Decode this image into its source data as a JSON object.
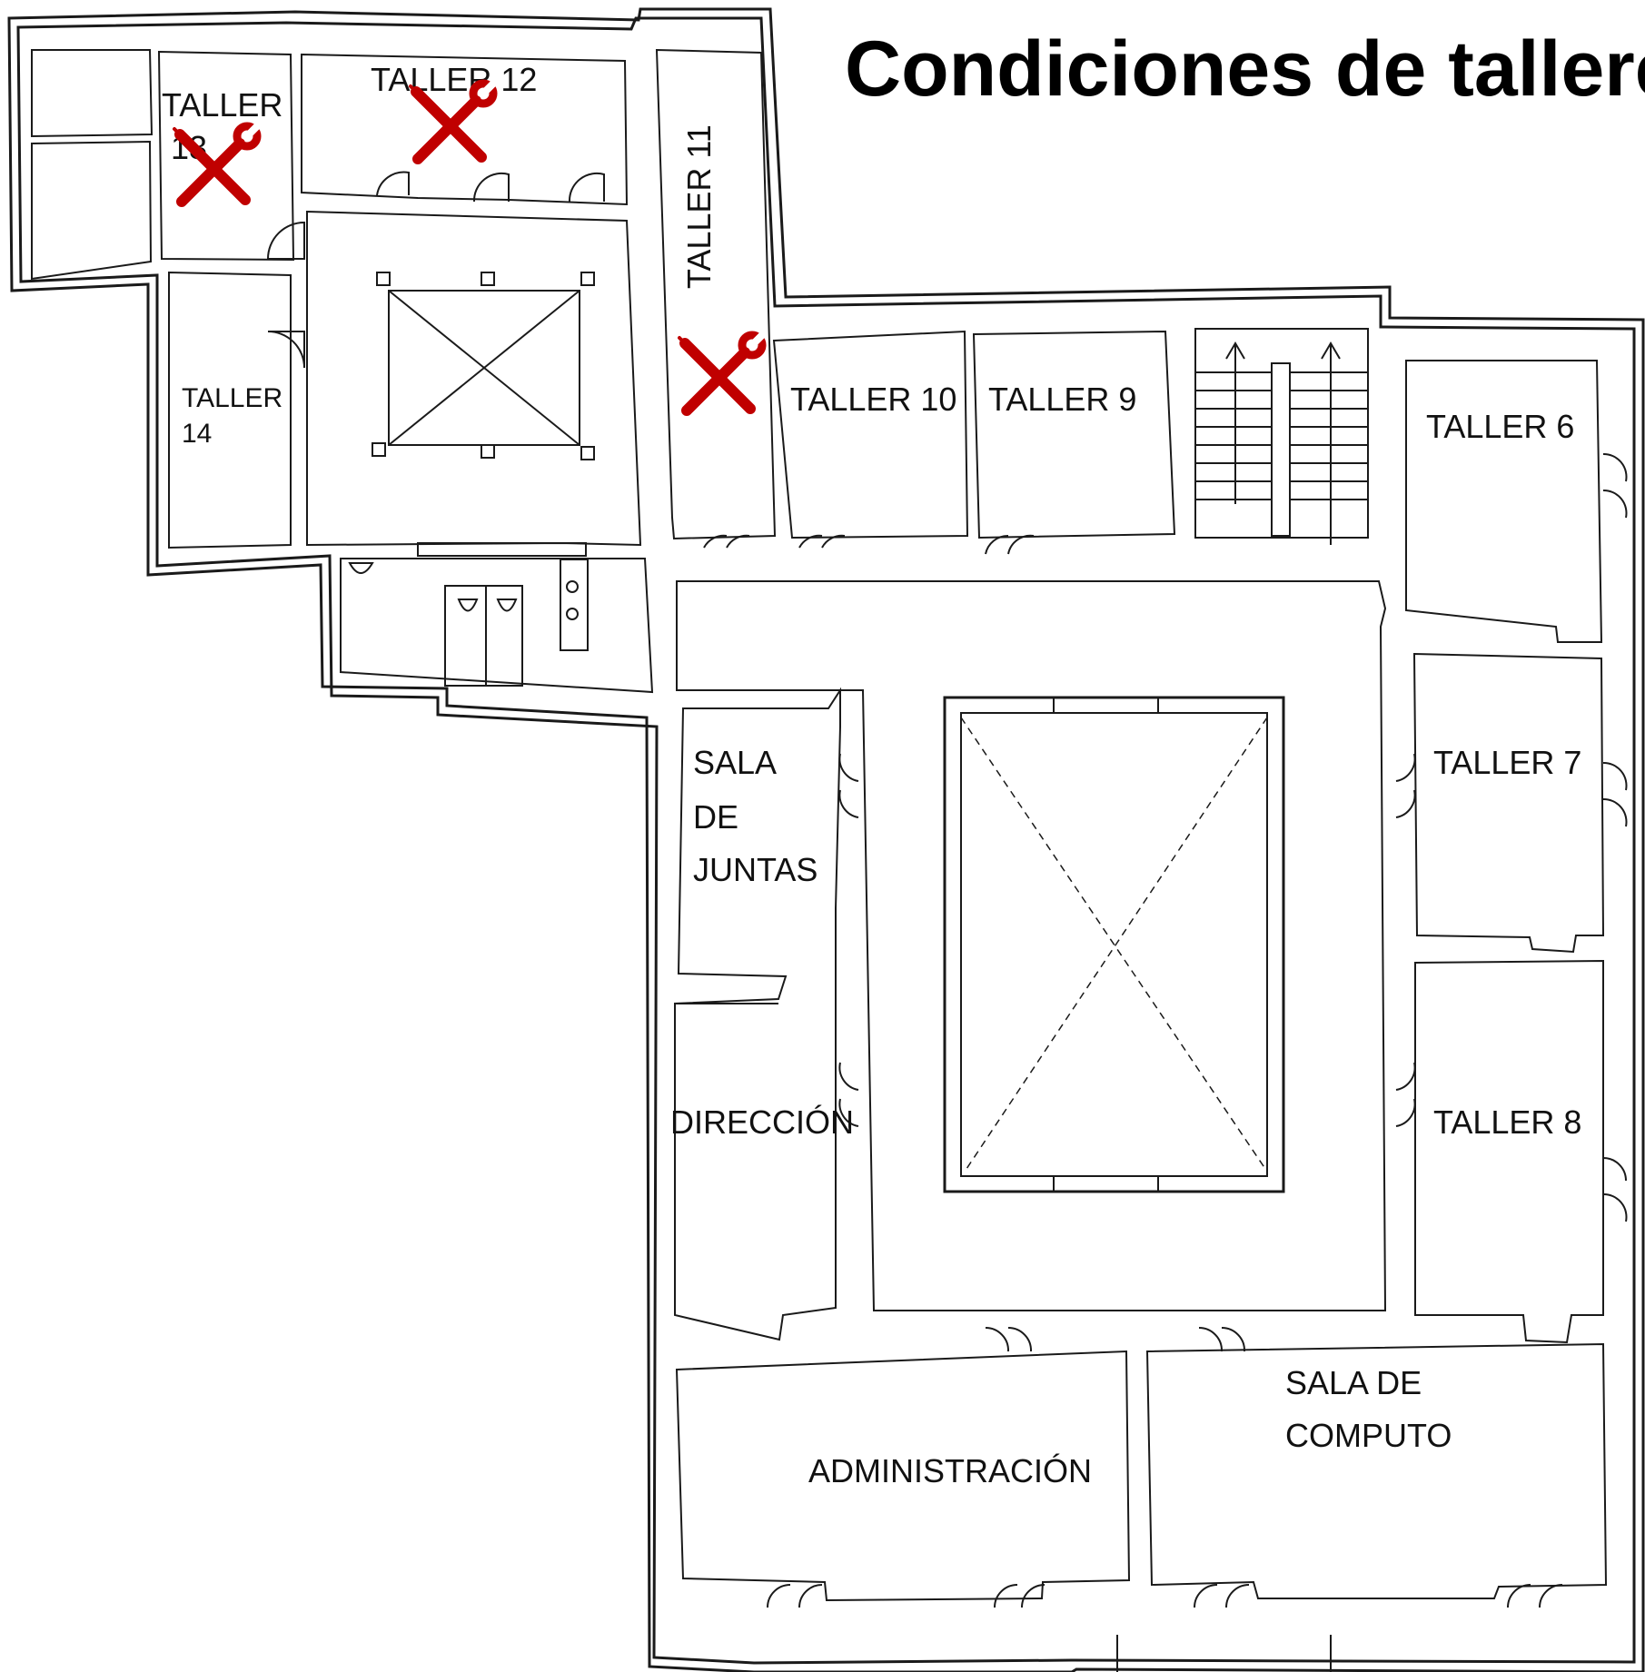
{
  "title": "Condiciones de talleres",
  "rooms": {
    "taller13": [
      "TALLER",
      "13"
    ],
    "taller12": "TALLER 12",
    "taller11": "TALLER 11",
    "taller14": [
      "TALLER",
      "14"
    ],
    "taller10": "TALLER 10",
    "taller9": "TALLER 9",
    "taller6": "TALLER 6",
    "taller7": "TALLER 7",
    "taller8": "TALLER 8",
    "sala_juntas": [
      "SALA",
      "DE",
      "JUNTAS"
    ],
    "direccion": "DIRECCIÓN",
    "administracion": "ADMINISTRACIÓN",
    "sala_computo": [
      "SALA DE",
      "COMPUTO"
    ]
  },
  "markers": {
    "icon": "tools-crossed-icon",
    "meaning": "under-maintenance",
    "color": "#c00000",
    "rooms": [
      "TALLER 13",
      "TALLER 12",
      "TALLER 11"
    ]
  },
  "colors": {
    "walls": "#1a1a1a",
    "background": "#ffffff",
    "marker": "#c00000"
  }
}
